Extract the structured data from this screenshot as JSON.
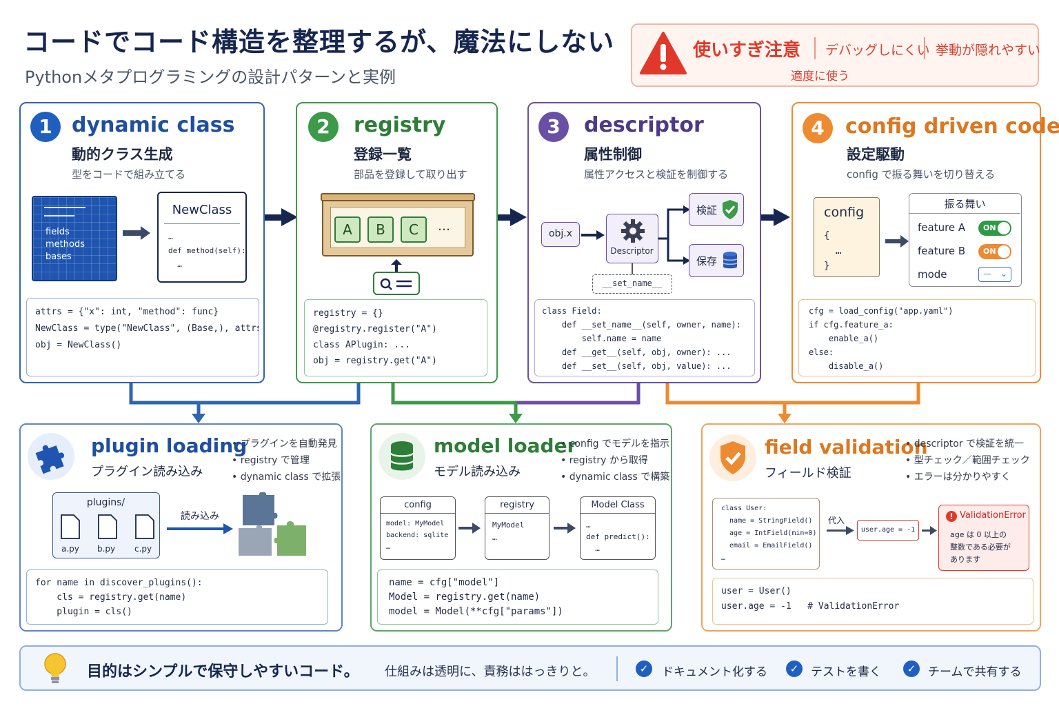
{
  "header": {
    "title": "コードでコード構造を整理するが、魔法にしない",
    "subtitle": "Pythonメタプログラミングの設計パターンと実例"
  },
  "warning": {
    "main": "使いすぎ注意",
    "item1": "デバッグしにくい",
    "item2": "挙動が隠れやすい",
    "footer": "適度に使う"
  },
  "panels": {
    "dynamic_class": {
      "num": "1",
      "title": "dynamic class",
      "jp": "動的クラス生成",
      "desc": "型をコードで組み立てる",
      "blueprint": [
        "fields",
        "methods",
        "bases"
      ],
      "newclass_title": "NewClass",
      "newclass_body": "…\ndef method(self):\n  …",
      "code": "attrs = {\"x\": int, \"method\": func}\nNewClass = type(\"NewClass\", (Base,), attrs)\nobj = NewClass()"
    },
    "registry": {
      "num": "2",
      "title": "registry",
      "jp": "登録一覧",
      "desc": "部品を登録して取り出す",
      "slots": [
        "A",
        "B",
        "C",
        "…"
      ],
      "code": "registry = {}\n@registry.register(\"A\")\nclass APlugin: ...\nobj = registry.get(\"A\")"
    },
    "descriptor": {
      "num": "3",
      "title": "descriptor",
      "jp": "属性制御",
      "desc": "属性アクセスと検証を制御する",
      "objx": "obj.x",
      "desc_label": "Descriptor",
      "setname": "__set_name__",
      "validate": "検証",
      "save": "保存",
      "code": "class Field:\n    def __set_name__(self, owner, name):\n        self.name = name\n    def __get__(self, obj, owner): ...\n    def __set__(self, obj, value): ..."
    },
    "config": {
      "num": "4",
      "title": "config driven code",
      "jp": "設定駆動",
      "desc": "config で振る舞いを切り替える",
      "file_title": "config",
      "file_body": "{\n  …\n}",
      "behavior_title": "振る舞い",
      "rows": [
        {
          "label": "feature A",
          "state": "ON"
        },
        {
          "label": "feature B",
          "state": "ON"
        },
        {
          "label": "mode",
          "state": "—"
        }
      ],
      "code": "cfg = load_config(\"app.yaml\")\nif cfg.feature_a:\n    enable_a()\nelse:\n    disable_a()"
    },
    "plugin_loading": {
      "title": "plugin loading",
      "jp": "プラグイン読み込み",
      "bullets": [
        "プラグインを自動発見",
        "registry で管理",
        "dynamic class で拡張"
      ],
      "folder": "plugins/",
      "files": [
        "a.py",
        "b.py",
        "c.py"
      ],
      "load_label": "読み込み",
      "code": "for name in discover_plugins():\n    cls = registry.get(name)\n    plugin = cls()"
    },
    "model_loader": {
      "title": "model loader",
      "jp": "モデル読み込み",
      "bullets": [
        "config でモデルを指示",
        "registry から取得",
        "dynamic class で構築"
      ],
      "boxes": [
        {
          "title": "config",
          "body": "model: MyModel\nbackend: sqlite\n…"
        },
        {
          "title": "registry",
          "body": "MyModel\n…"
        },
        {
          "title": "Model Class",
          "body": "…\ndef predict():\n  …"
        }
      ],
      "code": "name = cfg[\"model\"]\nModel = registry.get(name)\nmodel = Model(**cfg[\"params\"])"
    },
    "field_validation": {
      "title": "field validation",
      "jp": "フィールド検証",
      "bullets": [
        "descriptor で検証を統一",
        "型チェック／範囲チェック",
        "エラーは分かりやすく"
      ],
      "class_code": "class User:\n  name = StringField()\n  age = IntField(min=0)\n  email = EmailField()\n…",
      "assign_label": "代入",
      "assign_expr": "user.age = -1",
      "error_title": "ValidationError",
      "error_body": "age は 0 以上の\n整数である必要が\nあります",
      "code": "user = User()\nuser.age = -1   # ValidationError"
    }
  },
  "footer": {
    "main": "目的はシンプルで保守しやすいコード。",
    "sub": "仕組みは透明に、責務ははっきりと。",
    "checks": [
      "ドキュメント化する",
      "テストを書く",
      "チームで共有する"
    ]
  }
}
